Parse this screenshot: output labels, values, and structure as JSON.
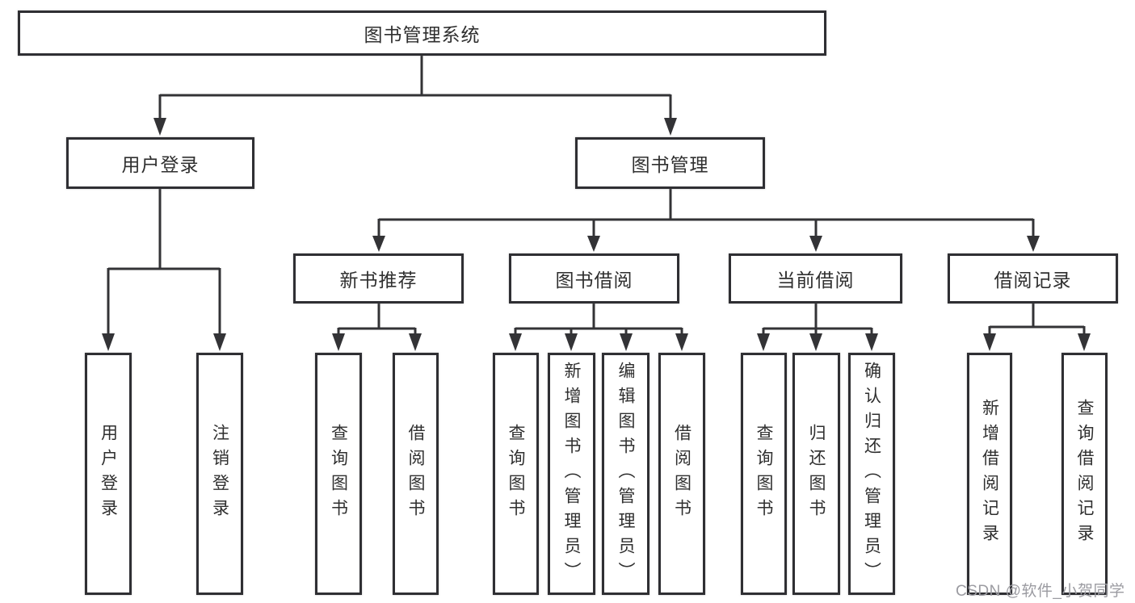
{
  "diagram_title": "图书管理系统",
  "nodes": {
    "root": "图书管理系统",
    "user_login": "用户登录",
    "book_mgmt": "图书管理",
    "new_book_rec": "新书推荐",
    "book_borrow": "图书借阅",
    "current_borrow": "当前借阅",
    "borrow_record": "借阅记录",
    "leaves": {
      "ul_1": "用户登录",
      "ul_2": "注销登录",
      "nbr_1": "查询图书",
      "nbr_2": "借阅图书",
      "bb_1": "查询图书",
      "bb_2": "新增图书（管理员）",
      "bb_3": "编辑图书（管理员）",
      "bb_4": "借阅图书",
      "cb_1": "查询图书",
      "cb_2": "归还图书",
      "cb_3": "确认归还（管理员）",
      "br_1": "新增借阅记录",
      "br_2": "查询借阅记录"
    }
  },
  "tree": {
    "root": "图书管理系统",
    "children": [
      {
        "label": "用户登录",
        "children": [
          "用户登录",
          "注销登录"
        ]
      },
      {
        "label": "图书管理",
        "children": [
          {
            "label": "新书推荐",
            "children": [
              "查询图书",
              "借阅图书"
            ]
          },
          {
            "label": "图书借阅",
            "children": [
              "查询图书",
              "新增图书（管理员）",
              "编辑图书（管理员）",
              "借阅图书"
            ]
          },
          {
            "label": "当前借阅",
            "children": [
              "查询图书",
              "归还图书",
              "确认归还（管理员）"
            ]
          },
          {
            "label": "借阅记录",
            "children": [
              "新增借阅记录",
              "查询借阅记录"
            ]
          }
        ]
      }
    ]
  },
  "watermark": "CSDN @软件_小贺同学",
  "colors": {
    "line": "#333336",
    "box_border": "#2f2f33",
    "text": "#2f2f2f",
    "watermark": "#9b9ba1",
    "background": "#ffffff"
  }
}
